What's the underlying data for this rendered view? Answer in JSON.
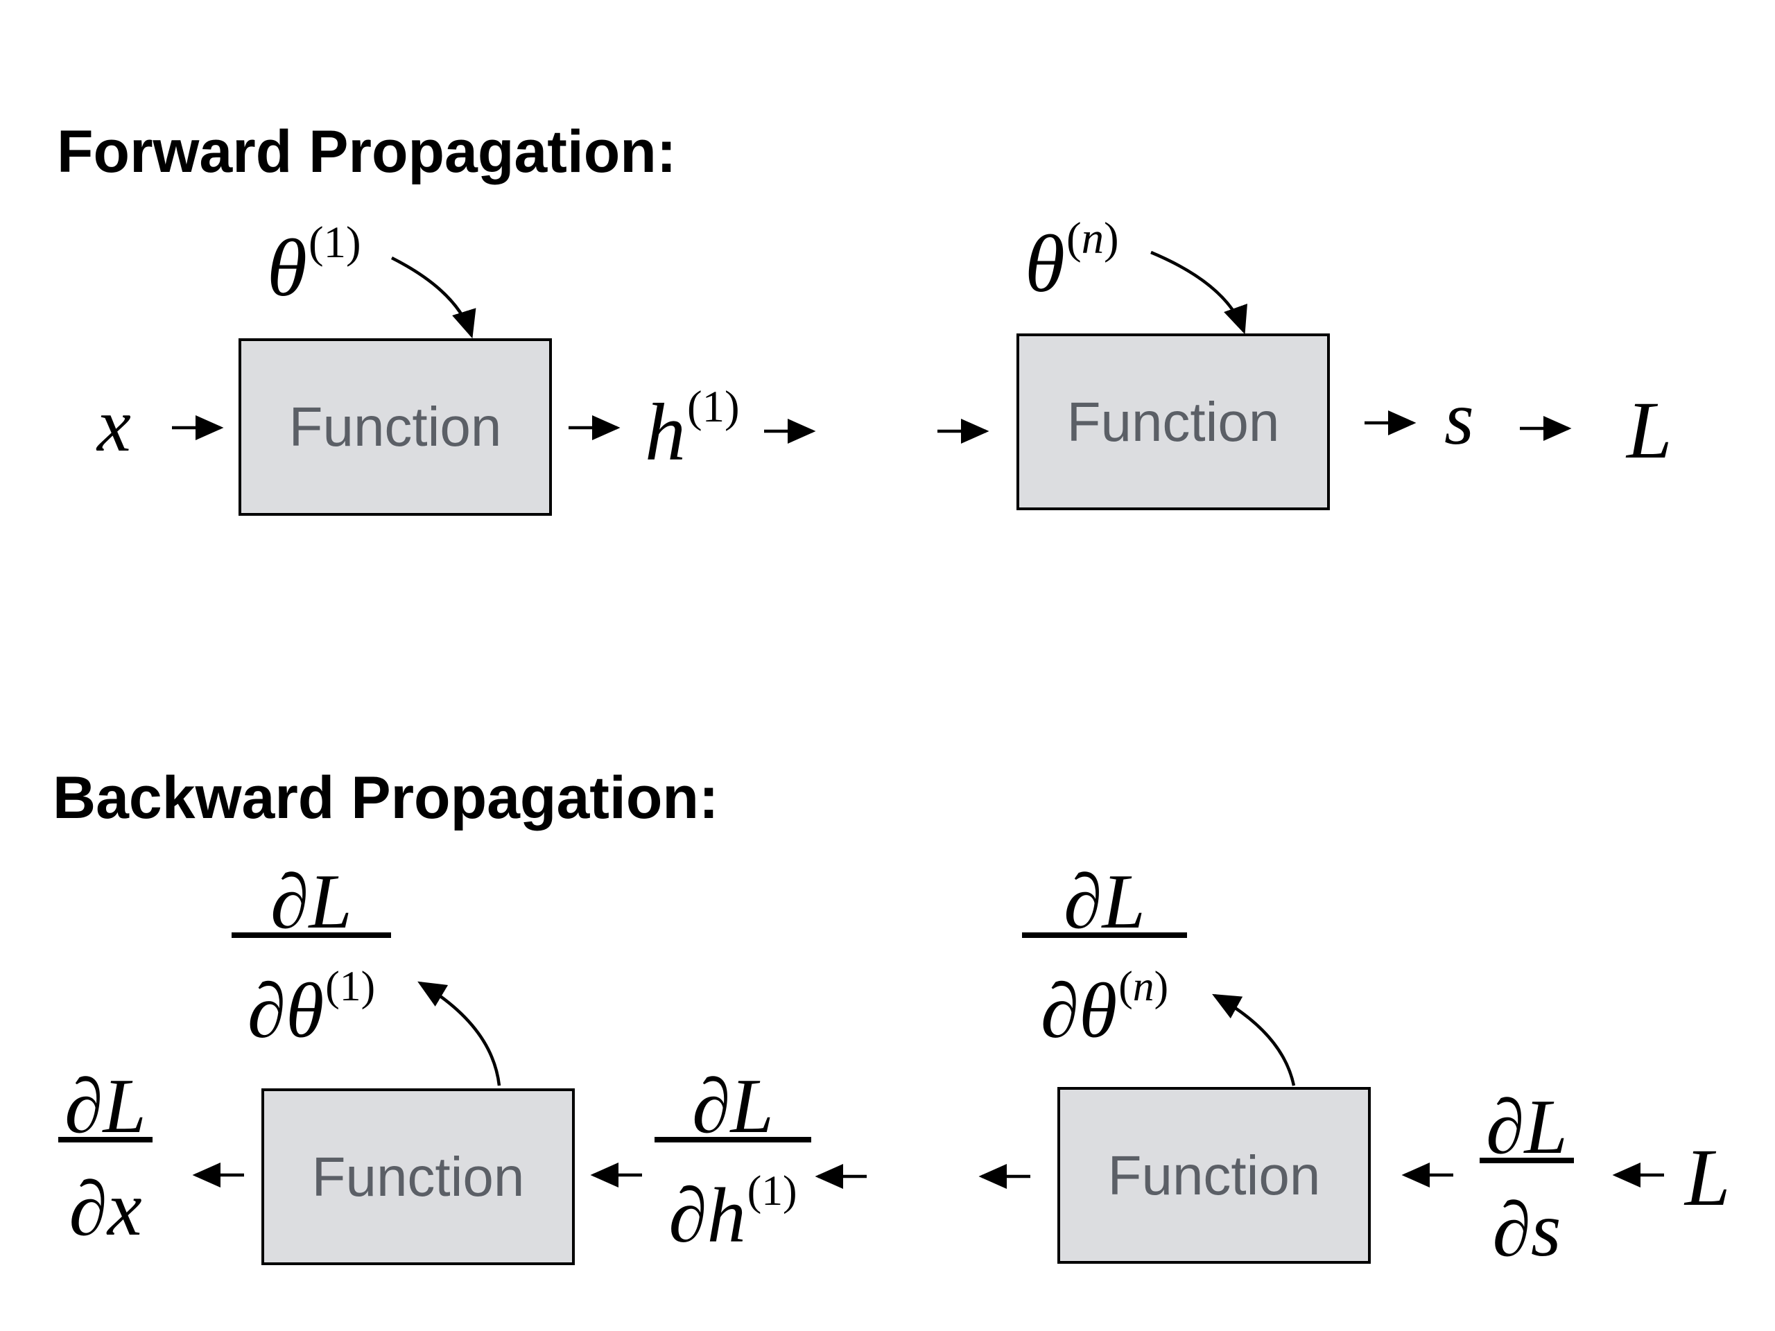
{
  "forward": {
    "heading": "Forward Propagation:",
    "box1_label": "Function",
    "box2_label": "Function",
    "input": "x",
    "hidden": "h",
    "hidden_sup": "(1)",
    "param1": "θ",
    "param1_sup": "(1)",
    "paramn": "θ",
    "paramn_sup_open": "(",
    "paramn_sup_var": "n",
    "paramn_sup_close": ")",
    "score": "s",
    "loss": "L"
  },
  "backward": {
    "heading": "Backward Propagation:",
    "box1_label": "Function",
    "box2_label": "Function",
    "dl": "∂L",
    "dx": "∂x",
    "dh": "∂h",
    "dh_sup": "(1)",
    "ds": "∂s",
    "dtheta": "∂θ",
    "dtheta1_sup": "(1)",
    "dthetan_sup_open": "(",
    "dthetan_sup_var": "n",
    "dthetan_sup_close": ")",
    "loss": "L"
  }
}
